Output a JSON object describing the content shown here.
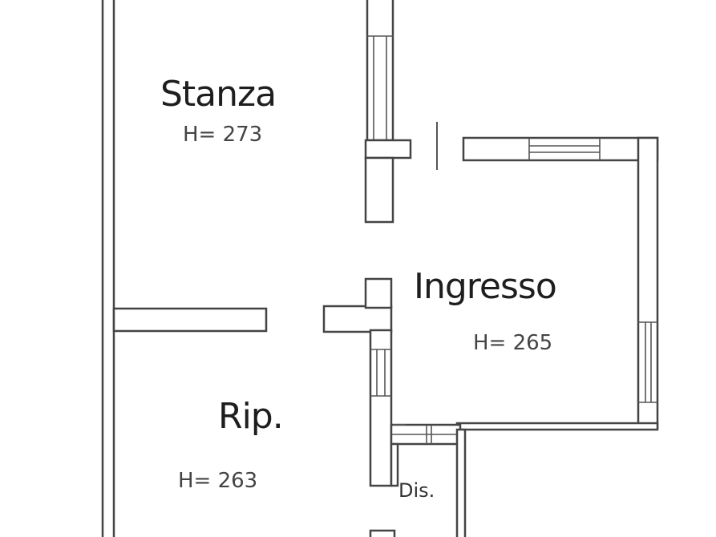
{
  "plan": {
    "rooms": [
      {
        "id": "stanza",
        "name": "Stanza",
        "height": "H= 273"
      },
      {
        "id": "ingresso",
        "name": "Ingresso",
        "height": "H= 265"
      },
      {
        "id": "rip",
        "name": "Rip.",
        "height": "H= 263"
      },
      {
        "id": "dis",
        "name": "Dis.",
        "height": ""
      }
    ]
  },
  "colors": {
    "wall_stroke": "#444444",
    "background": "#ffffff",
    "text": "#1e1e1e"
  }
}
